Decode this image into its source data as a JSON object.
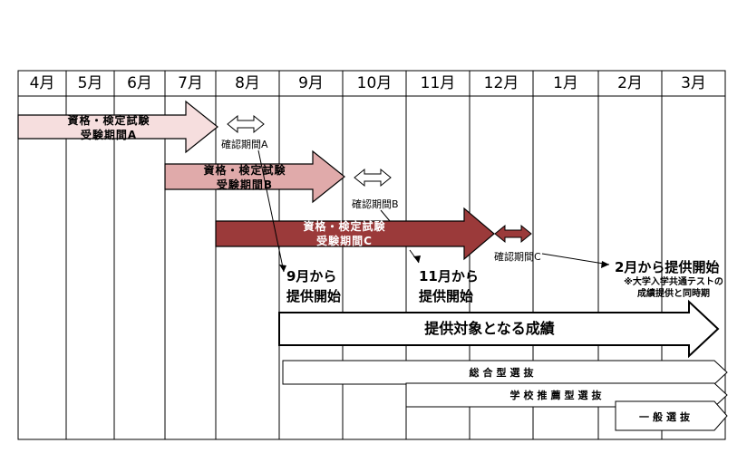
{
  "months": [
    "4月",
    "5月",
    "6月",
    "7月",
    "8月",
    "9月",
    "10月",
    "11月",
    "12月",
    "1月",
    "2月",
    "3月"
  ],
  "periods": [
    {
      "label_line1": "資格・検定試験",
      "label_line2": "受験期間A",
      "confirm_label": "確認期間A",
      "fill": "#f6dede",
      "text_color": "#000000"
    },
    {
      "label_line1": "資格・検定試験",
      "label_line2": "受験期間B",
      "confirm_label": "確認期間B",
      "fill": "#e0aaaa",
      "text_color": "#000000"
    },
    {
      "label_line1": "資格・検定試験",
      "label_line2": "受験期間C",
      "confirm_label": "確認期間C",
      "fill": "#9b3a3a",
      "text_color": "#ffffff"
    }
  ],
  "release": {
    "sep_line1": "9月から",
    "sep_line2": "提供開始",
    "nov_line1": "11月から",
    "nov_line2": "提供開始",
    "feb_title": "2月から提供開始",
    "feb_note1": "※大学入学共通テストの",
    "feb_note2": "成績提供と同時期"
  },
  "target_label": "提供対象となる成績",
  "selections": [
    {
      "label": "総合型選抜"
    },
    {
      "label": "学校推薦型選抜"
    },
    {
      "label": "一般選抜"
    }
  ],
  "colors": {
    "grid": "#000000",
    "line": "#000000",
    "small_arrow_fill": "#ffffff",
    "dark_arrow_fill": "#9b3a3a"
  }
}
